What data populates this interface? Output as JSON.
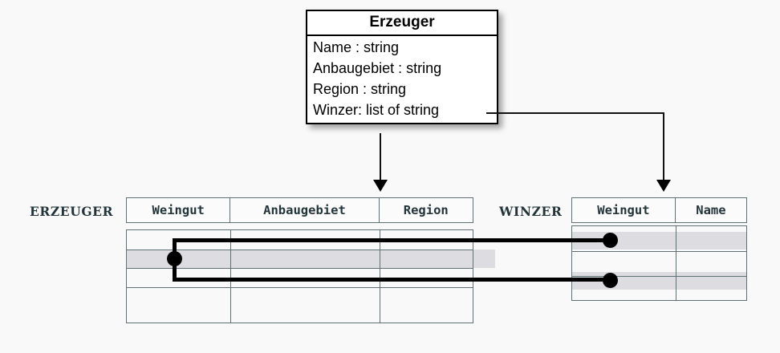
{
  "diagram": {
    "title": "Erzeuger UML class mapped to relational tables",
    "background_color": "#f9f9f9",
    "line_color": "#000000",
    "table_border_color": "#5f7175",
    "highlight_color": "#dcdce1"
  },
  "uml_class": {
    "name": "Erzeuger",
    "attributes": [
      "Name : string",
      "Anbaugebiet : string",
      "Region : string",
      "Winzer: list of string"
    ]
  },
  "tables": [
    {
      "label": "ERZEUGER",
      "columns": [
        "Weingut",
        "Anbaugebiet",
        "Region"
      ],
      "row_count": 4,
      "highlighted_rows": [
        2
      ],
      "cells": [
        [
          "",
          "",
          ""
        ],
        [
          "",
          "",
          ""
        ],
        [
          "",
          "",
          ""
        ],
        [
          "",
          "",
          ""
        ]
      ]
    },
    {
      "label": "WINZER",
      "columns": [
        "Weingut",
        "Name"
      ],
      "row_count": 3,
      "highlighted_rows": [
        1,
        3
      ],
      "cells": [
        [
          "",
          ""
        ],
        [
          "",
          ""
        ],
        [
          "",
          ""
        ]
      ]
    }
  ],
  "connectors": [
    {
      "name": "erzeuger-mapping-arrow",
      "from": "Erzeuger class body",
      "to": "ERZEUGER table header"
    },
    {
      "name": "winzer-mapping-arrow",
      "from": "Winzer: list of string attribute",
      "to": "WINZER table header"
    },
    {
      "name": "foreign-key-link-upper",
      "from": "ERZEUGER row 2 Weingut",
      "to": "WINZER row 1 Weingut"
    },
    {
      "name": "foreign-key-link-lower",
      "from": "ERZEUGER row 2 Weingut",
      "to": "WINZER row 3 Weingut"
    }
  ]
}
